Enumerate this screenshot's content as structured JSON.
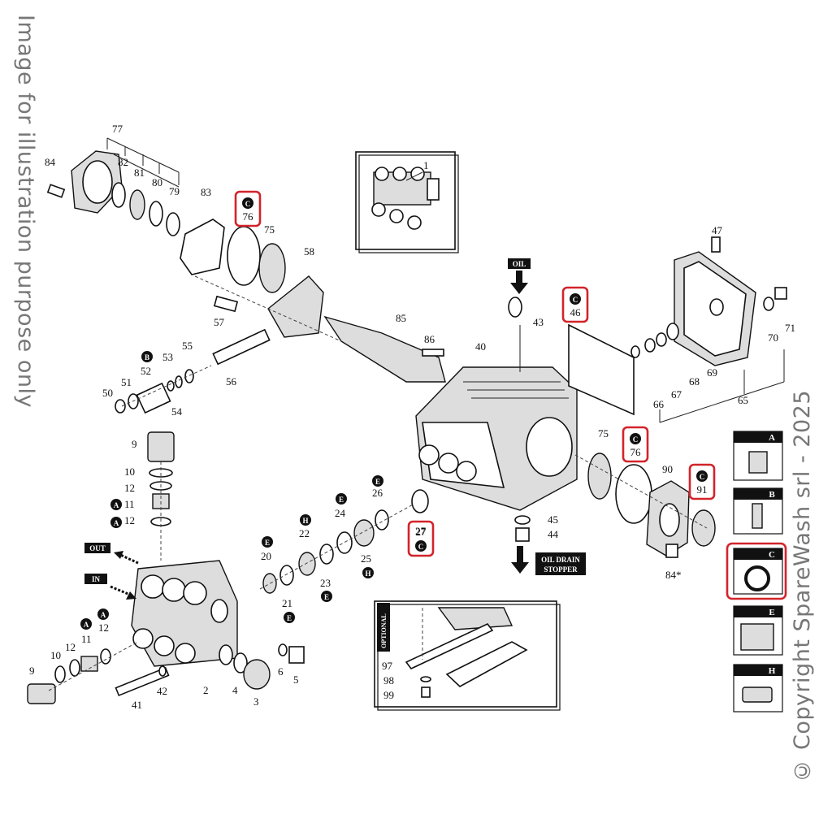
{
  "watermark": {
    "side_text": "Image for illustration purpose only",
    "copyright": "© Copyright SpareWash srl - 2025"
  },
  "tags": {
    "oil": "OIL",
    "out": "OUT",
    "in": "IN",
    "oil_drain_line1": "OIL DRAIN",
    "oil_drain_line2": "STOPPER",
    "optional": "OPTIONAL"
  },
  "kit_legend": [
    {
      "letter": "A",
      "shape": "valve"
    },
    {
      "letter": "B",
      "shape": "piston"
    },
    {
      "letter": "C",
      "shape": "ring",
      "highlighted": true
    },
    {
      "letter": "E",
      "shape": "packing"
    },
    {
      "letter": "H",
      "shape": "seal"
    }
  ],
  "highlighted_callouts": [
    {
      "kit": "C",
      "part": "76"
    },
    {
      "kit": "C",
      "part": "46"
    },
    {
      "kit": "C",
      "part": "76"
    },
    {
      "kit": "C",
      "part": "91"
    },
    {
      "kit": "C",
      "part": "27"
    }
  ],
  "part_numbers": [
    "1",
    "2",
    "3",
    "4",
    "5",
    "6",
    "9",
    "10",
    "11",
    "12",
    "20",
    "21",
    "22",
    "23",
    "24",
    "25",
    "26",
    "27",
    "40",
    "41",
    "42",
    "43",
    "44",
    "45",
    "46",
    "47",
    "50",
    "51",
    "52",
    "53",
    "54",
    "55",
    "56",
    "57",
    "58",
    "65",
    "66",
    "67",
    "68",
    "69",
    "70",
    "71",
    "75",
    "76",
    "77",
    "79",
    "80",
    "81",
    "82",
    "83",
    "84",
    "84*",
    "85",
    "86",
    "90",
    "91",
    "97",
    "98",
    "99"
  ],
  "colors": {
    "highlight": "#d2242a",
    "ink": "#111111",
    "watermark": "#777777"
  }
}
